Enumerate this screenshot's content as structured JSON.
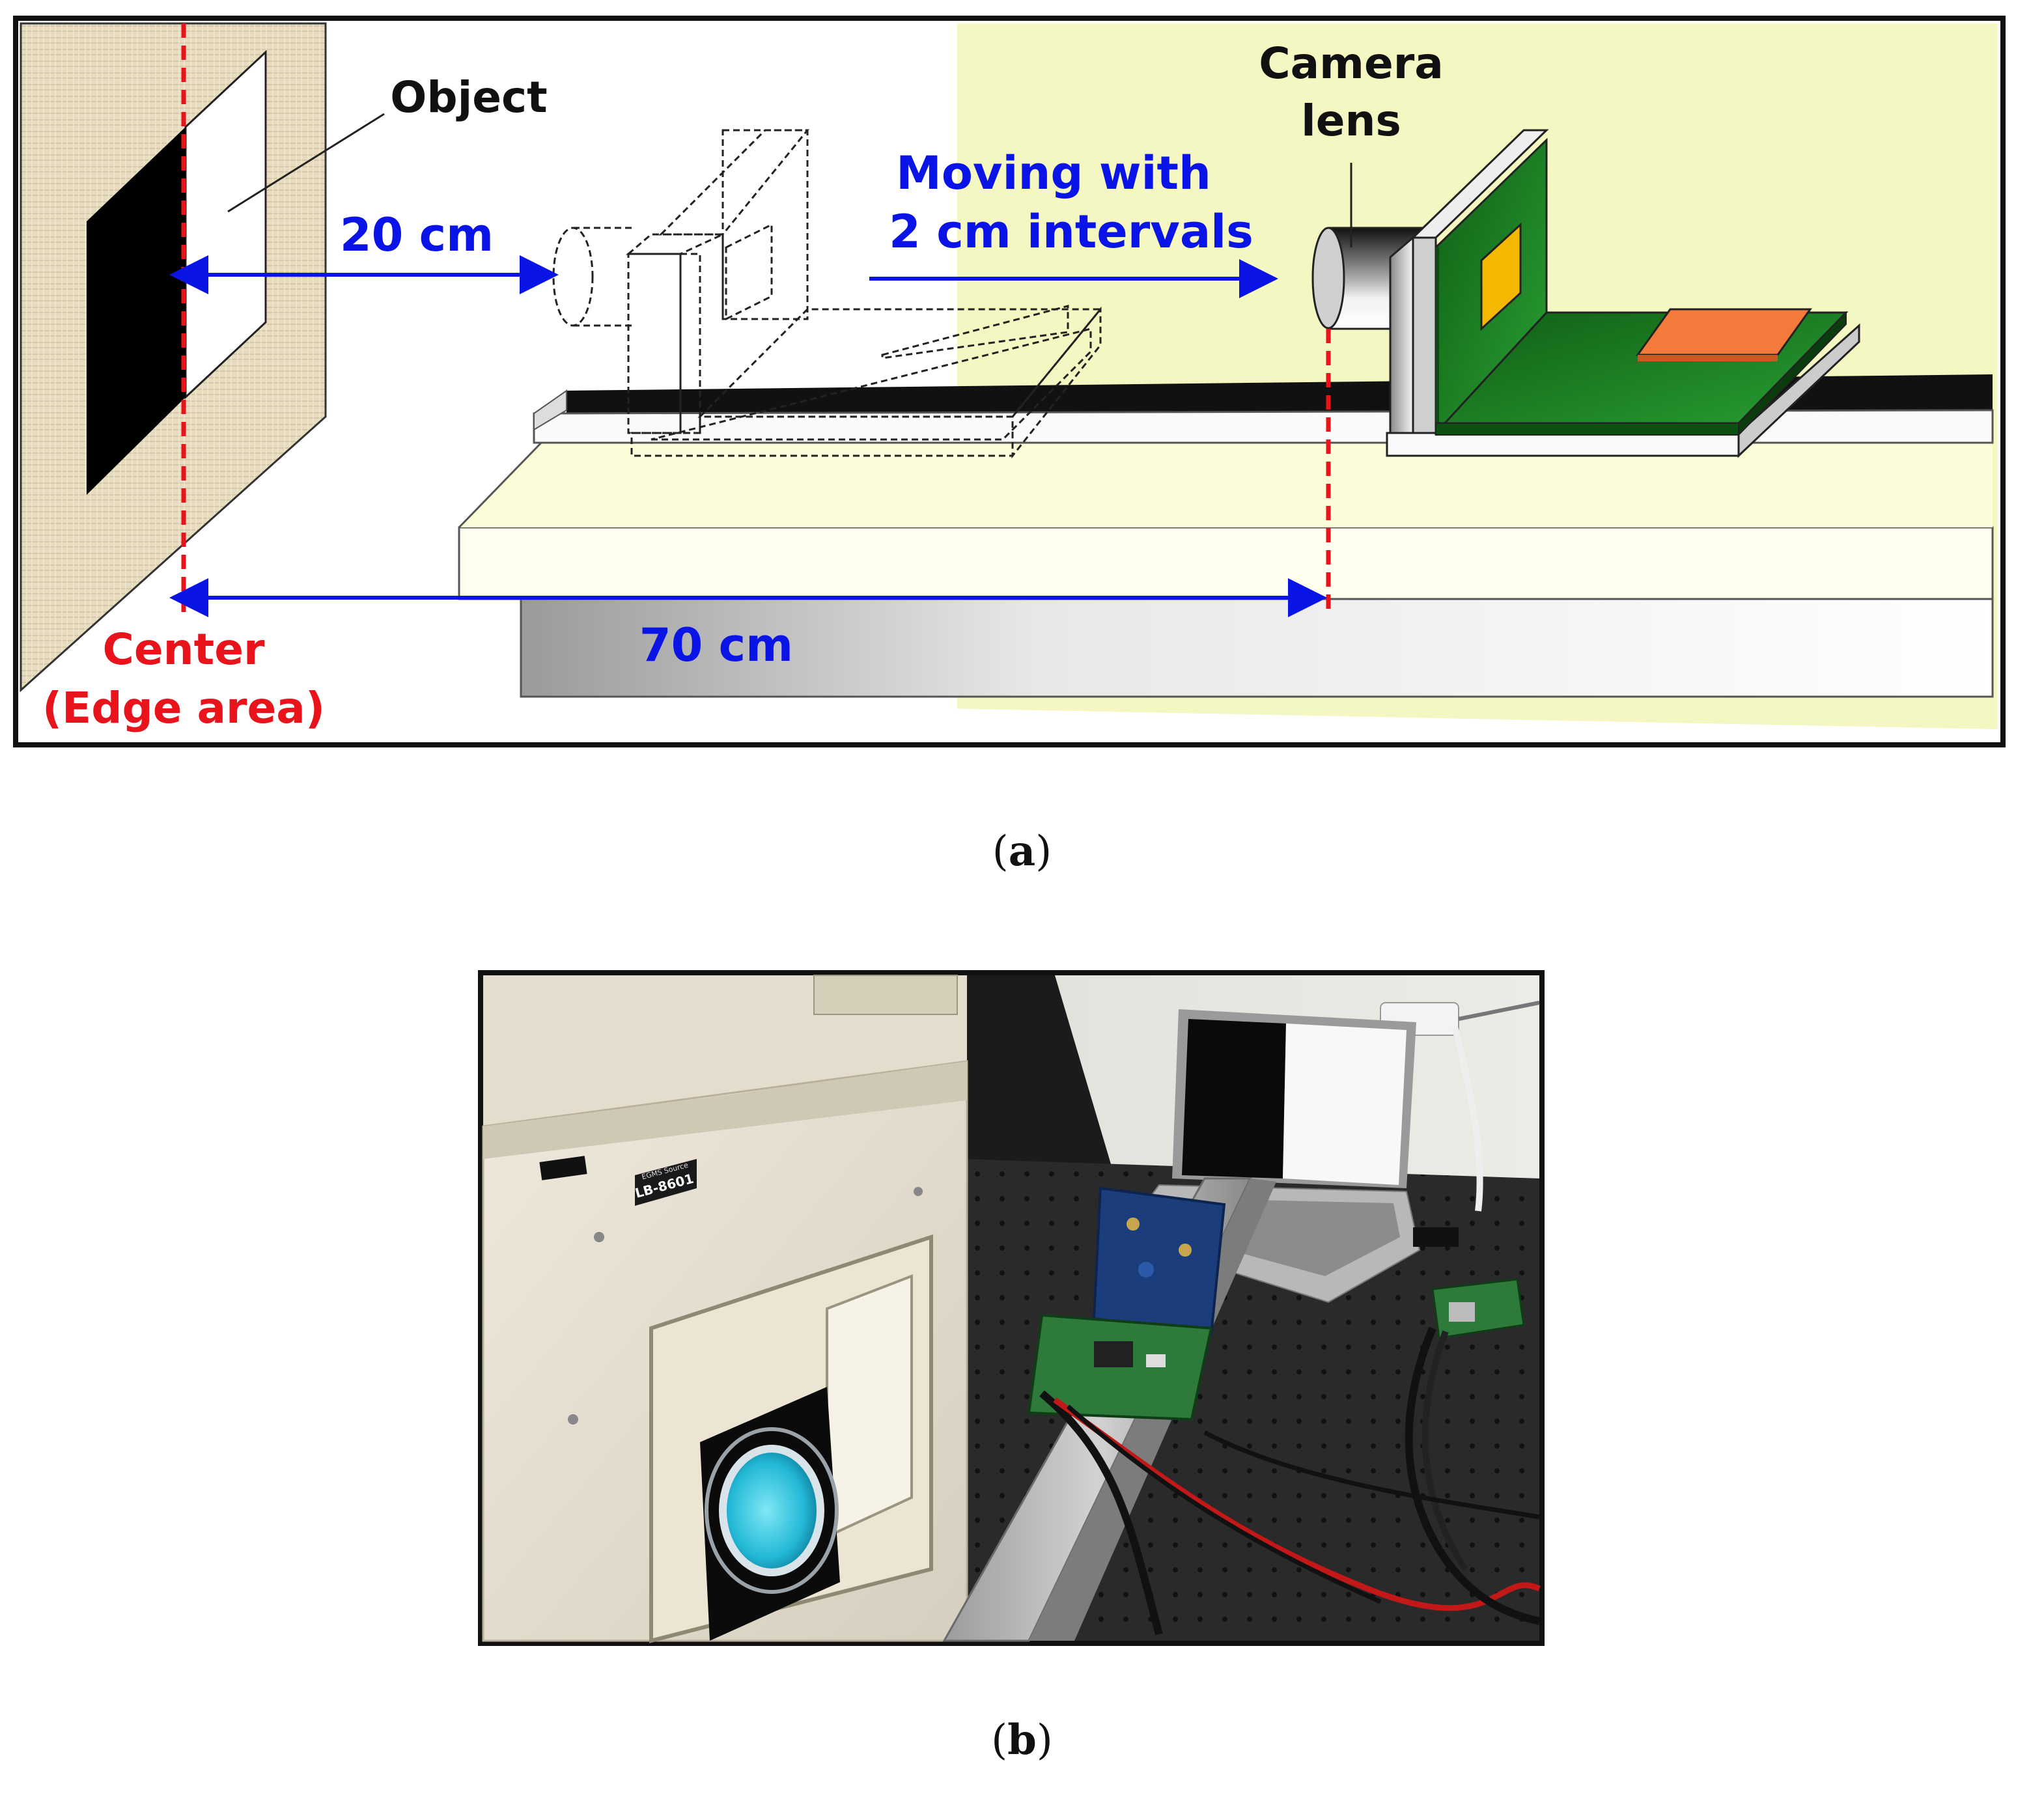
{
  "panel_a": {
    "caption_open": "(",
    "caption_letter": "a",
    "caption_close": ")",
    "labels": {
      "object": "Object",
      "camera_line1": "Camera",
      "camera_line2": "lens",
      "moving_line1": "Moving with",
      "moving_line2": "2 cm intervals",
      "dist_near": "20 cm",
      "dist_far": "70 cm",
      "center_line1": "Center",
      "center_line2": "(Edge area)"
    },
    "colors": {
      "arrow": "#0a14e6",
      "center_line": "#e8131b",
      "wall": "#e6d8b8",
      "back_wall": "#f4f7c2",
      "board": "#1e7a22",
      "chip_yellow": "#f5b800",
      "chip_orange": "#f47a3c",
      "frame": "#111111"
    }
  },
  "panel_b": {
    "caption_open": "(",
    "caption_letter": "b",
    "caption_close": ")",
    "sticker_text": "LB-8601",
    "sticker_small": "EGMS Source"
  }
}
